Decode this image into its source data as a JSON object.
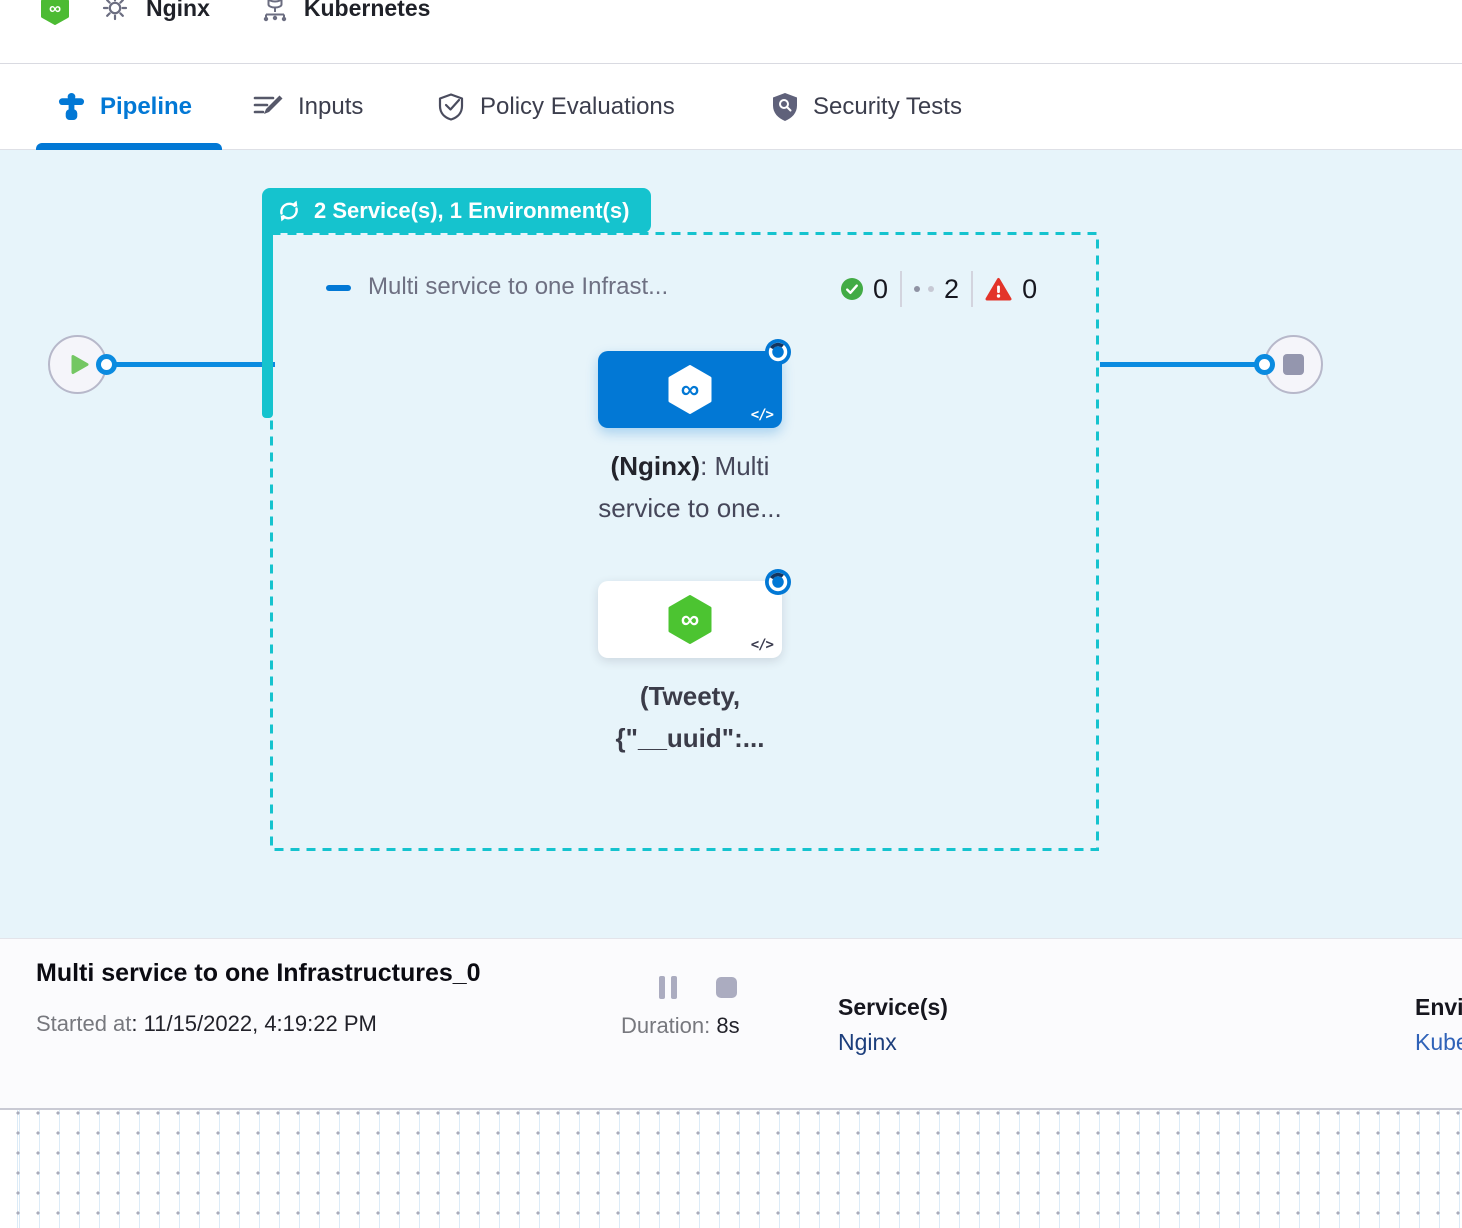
{
  "breadcrumb": {
    "pipeline_name": "Nginx",
    "environment_name": "Kubernetes"
  },
  "tabs": [
    {
      "label": "Pipeline",
      "active": true
    },
    {
      "label": "Inputs",
      "active": false
    },
    {
      "label": "Policy Evaluations",
      "active": false
    },
    {
      "label": "Security Tests",
      "active": false
    }
  ],
  "stage": {
    "badge": "2 Service(s), 1 Environment(s)",
    "title": "Multi service to one Infrast...",
    "counts": {
      "success": "0",
      "pending": "2",
      "failed": "0"
    }
  },
  "nodes": {
    "nginx": {
      "name_bold": "(Nginx)",
      "name_rest": ": Multi",
      "line2": "service to one..."
    },
    "tweety": {
      "line1": "(Tweety,",
      "line2": "{\"__uuid\":..."
    }
  },
  "footer": {
    "title": "Multi service to one Infrastructures_0",
    "started_label": "Started at",
    "started_value": ": 11/15/2022, 4:19:22 PM",
    "duration_label": "Duration:",
    "duration_value": "8s",
    "services_label": "Service(s)",
    "services_value": "Nginx",
    "environments_label": "Environment(s)",
    "environments_value": "Kubernetes"
  },
  "icons": {
    "infinity": "∞",
    "code": "</>"
  },
  "colors": {
    "teal": "#15C3CE",
    "primary_blue": "#0278D5",
    "canvas_bg": "#E7F4FA",
    "success_green": "#42AB45",
    "error_red": "#E3342A",
    "node_green": "#4CC431",
    "logo_green": "#4CBB33"
  }
}
